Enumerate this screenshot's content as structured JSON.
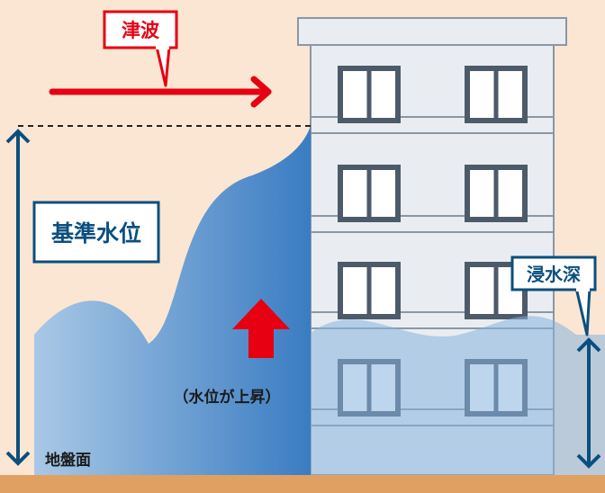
{
  "labels": {
    "tsunami": "津波",
    "reference_water_level": "基準水位",
    "inundation_depth": "浸水深",
    "water_level_rise": "（水位が上昇）",
    "ground_surface": "地盤面"
  },
  "colors": {
    "background": "#fbe6d3",
    "tsunami_red": "#e60012",
    "label_blue": "#0b4f7f",
    "water_light": "#a9c8e6",
    "water_dark": "#3a7cc2",
    "building_face": "#e9edf1",
    "building_line": "#8a97a6",
    "ground": "#e0a061"
  },
  "icons": [
    "right-arrow-icon",
    "up-arrow-icon",
    "double-arrow-icon"
  ]
}
